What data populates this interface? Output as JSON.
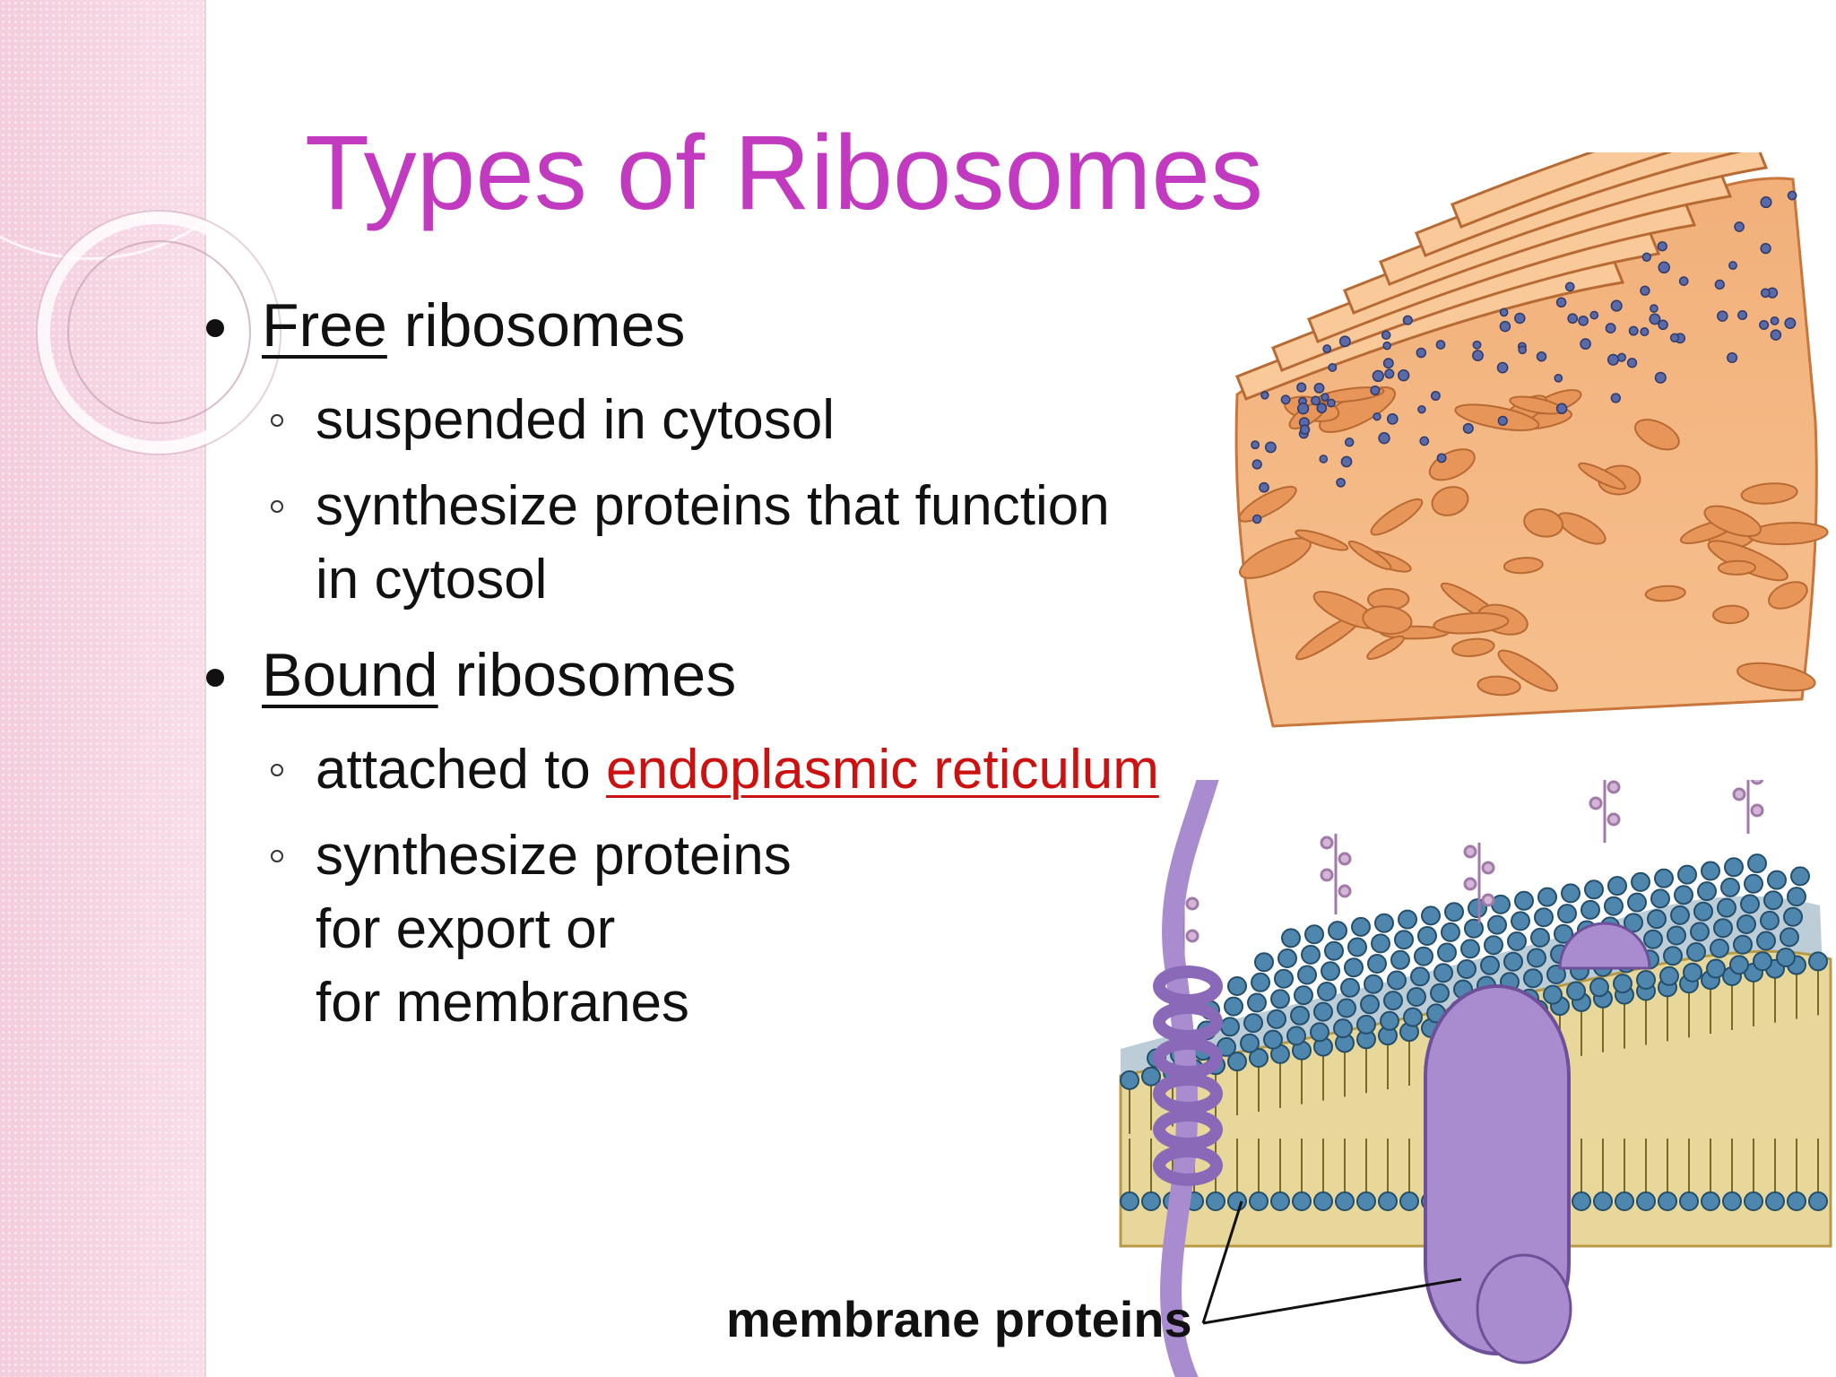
{
  "slide": {
    "title": "Types of Ribosomes",
    "bullets": [
      {
        "lead": "Free",
        "rest": " ribosomes",
        "subs": [
          {
            "lines": [
              "suspended in cytosol"
            ]
          },
          {
            "lines": [
              "synthesize proteins that function",
              "in cytosol"
            ]
          }
        ]
      },
      {
        "lead": "Bound",
        "rest": " ribosomes",
        "subs": [
          {
            "prefix": "attached to ",
            "link": "endoplasmic reticulum"
          },
          {
            "lines": [
              "synthesize proteins",
              "for export or",
              "for membranes"
            ]
          }
        ]
      }
    ],
    "figure_caption": "membrane proteins"
  },
  "colors": {
    "title": "#c13ac0",
    "link": "#cc1111",
    "er_membrane": "#f0a56a",
    "ribosome_dot": "#5a6aa8",
    "protein": "#a98bd0",
    "phospholipid_head": "#4f86ad",
    "membrane_core": "#e8d79a"
  },
  "icons": {
    "bullet_level_1": "filled-circle",
    "bullet_level_2": "hollow-circle"
  }
}
